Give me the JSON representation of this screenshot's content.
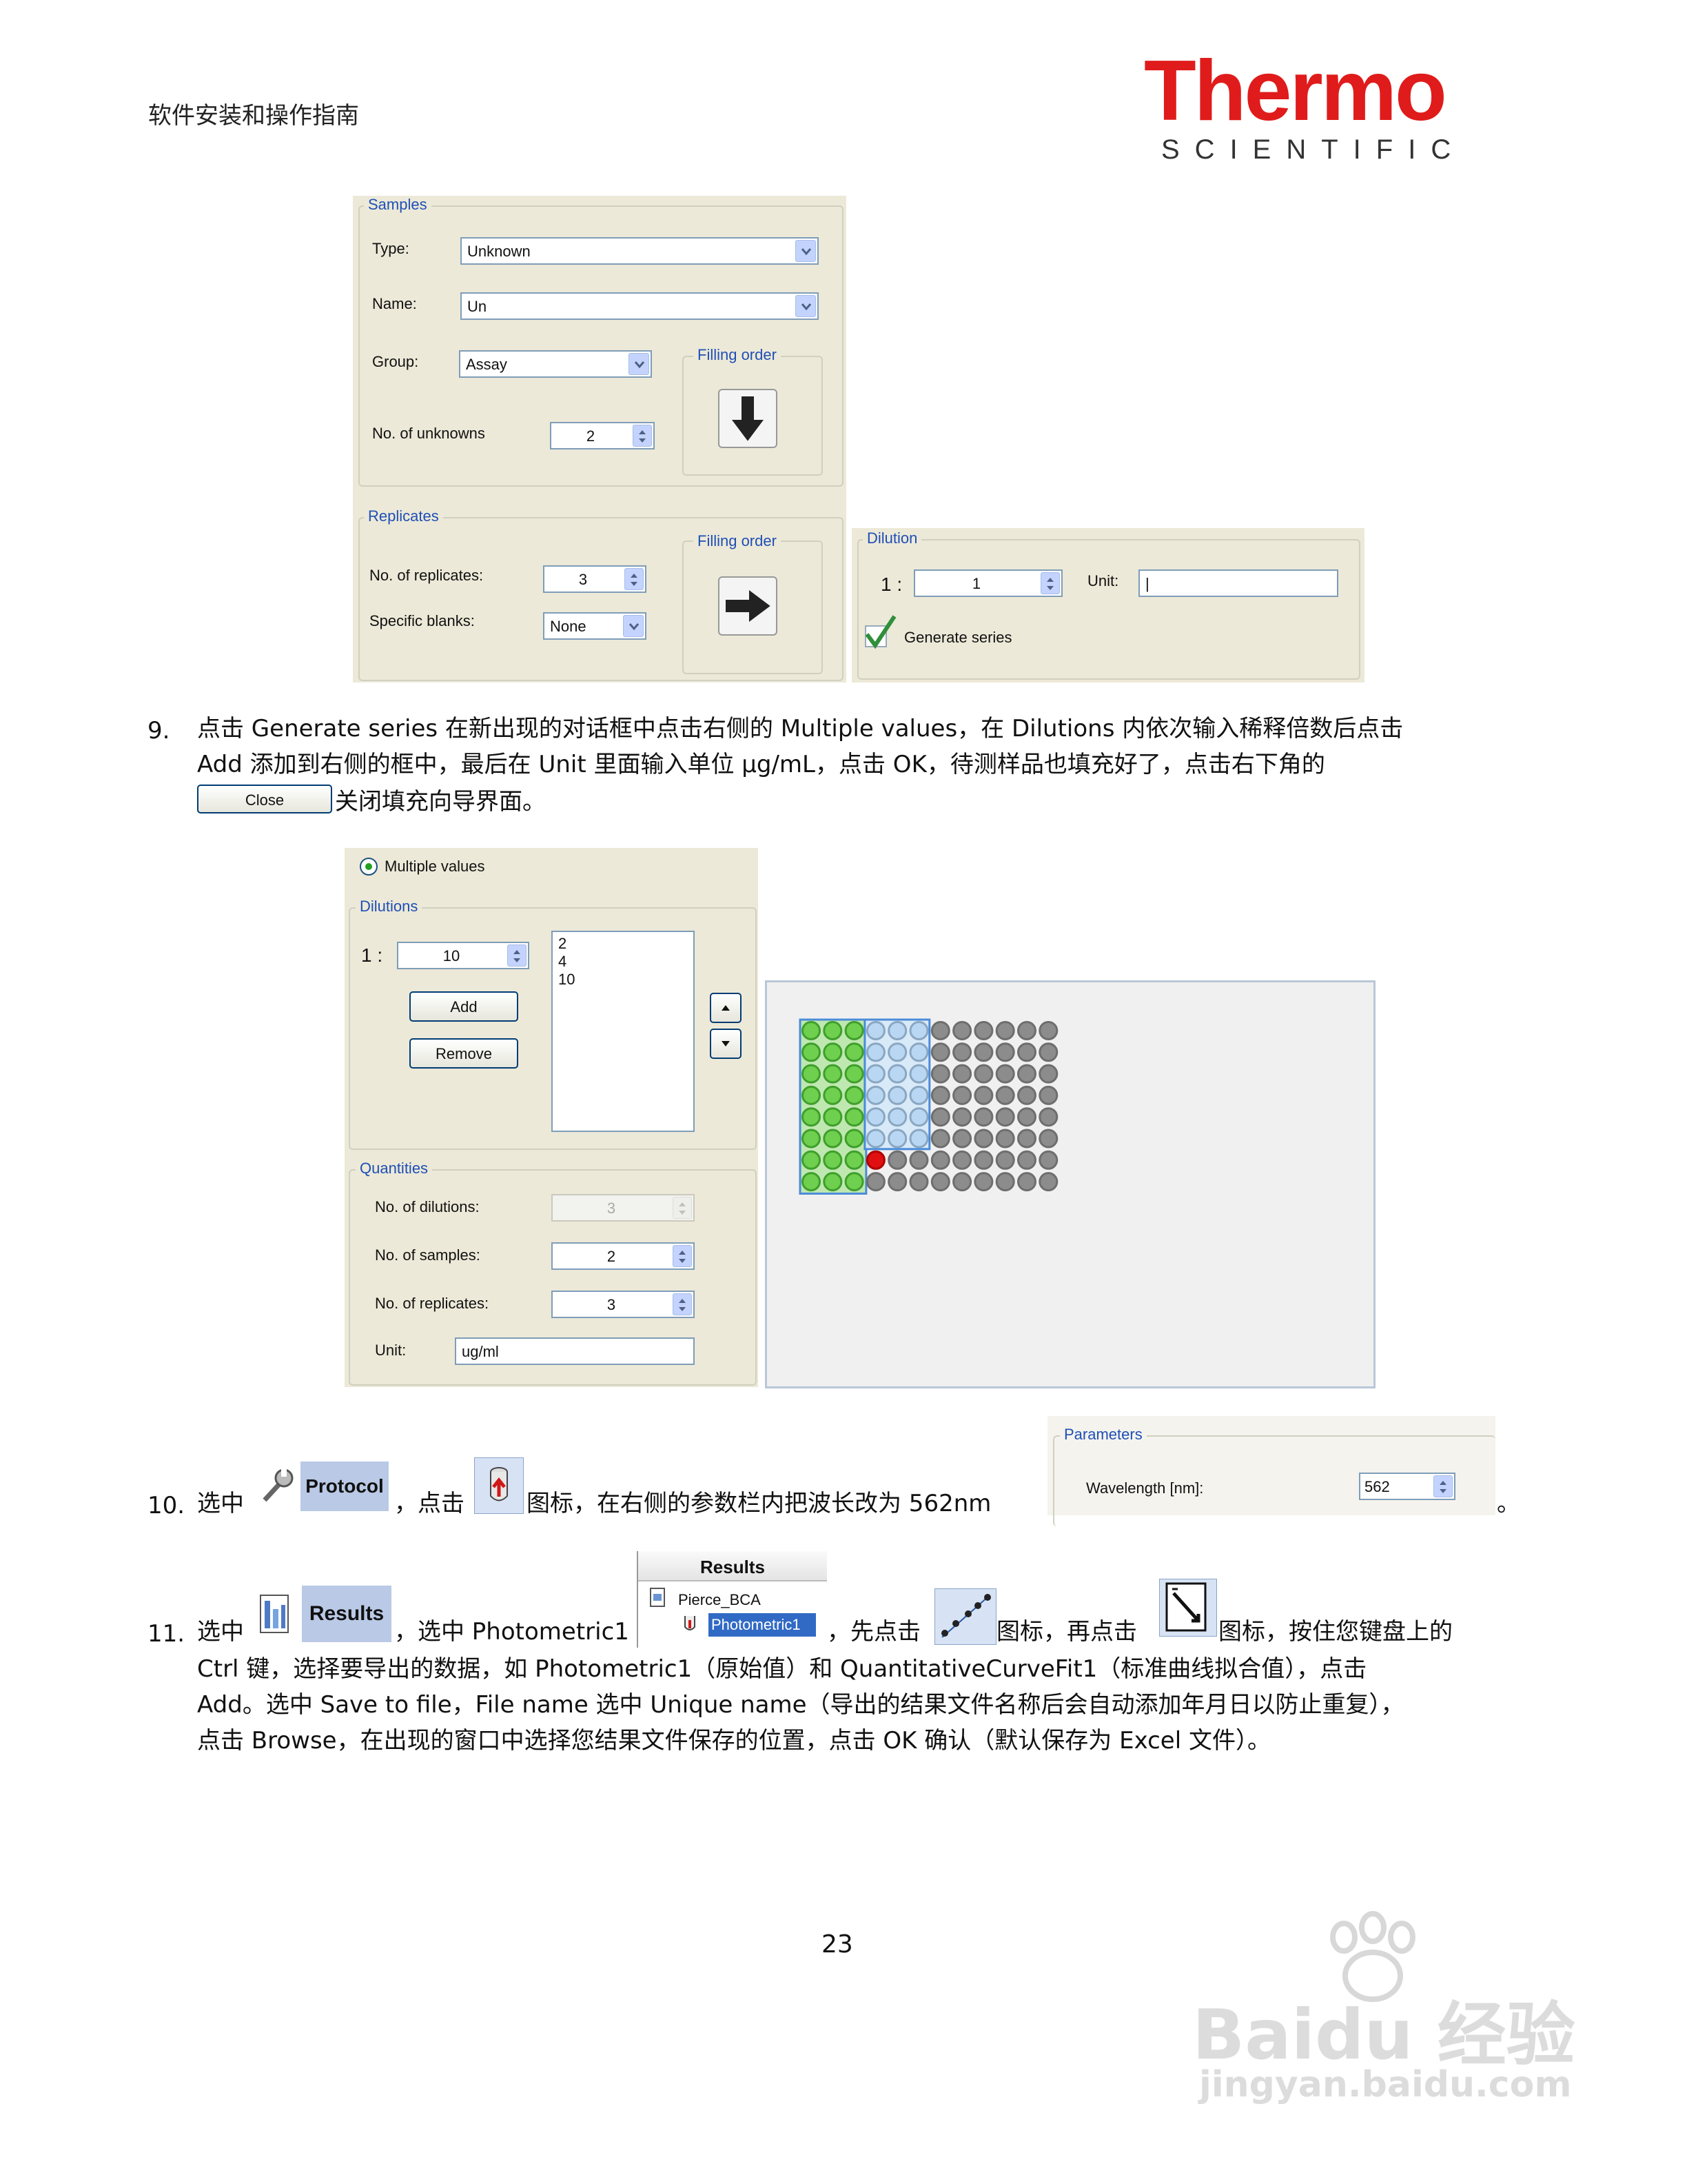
{
  "header": {
    "title": "软件安装和操作指南"
  },
  "logo": {
    "line1": "Thermo",
    "line2": "SCIENTIFIC"
  },
  "samples_dialog": {
    "samples_legend": "Samples",
    "type_label": "Type:",
    "type_value": "Unknown",
    "name_label": "Name:",
    "name_value": "Un",
    "group_label": "Group:",
    "group_value": "Assay",
    "unknowns_label": "No. of unknowns",
    "unknowns_value": "2",
    "filling_order_1": "Filling order",
    "replicates_legend": "Replicates",
    "replicates_label": "No. of replicates:",
    "replicates_value": "3",
    "blanks_label": "Specific blanks:",
    "blanks_value": "None",
    "filling_order_2": "Filling order",
    "dilution_legend": "Dilution",
    "dilution_prefix": "1 :",
    "dilution_value": "1",
    "unit_label": "Unit:",
    "unit_value": "|",
    "generate_series": "Generate series"
  },
  "step9": {
    "num": "9.",
    "line1": "点击 Generate series 在新出现的对话框中点击右侧的 Multiple values，在 Dilutions 内依次输入稀释倍数后点击",
    "line2": "Add 添加到右侧的框中，最后在 Unit 里面输入单位 μg/mL，点击 OK，待测样品也填充好了，点击右下角的",
    "close_button": "Close",
    "line3": "关闭填充向导界面。"
  },
  "series_dialog": {
    "multiple_values": "Multiple values",
    "dilutions_legend": "Dilutions",
    "dilution_prefix": "1 :",
    "dilution_value": "10",
    "add_button": "Add",
    "remove_button": "Remove",
    "list_items": [
      "2",
      "4",
      "10"
    ],
    "quantities_legend": "Quantities",
    "no_dilutions_label": "No. of dilutions:",
    "no_dilutions_value": "3",
    "no_samples_label": "No. of samples:",
    "no_samples_value": "2",
    "no_replicates_label": "No. of replicates:",
    "no_replicates_value": "3",
    "unit_label": "Unit:",
    "unit_value": "ug/ml"
  },
  "plate": {
    "rows": 8,
    "cols": 12,
    "colors": {
      "green": "#6fcf4e",
      "blue": "#b9d6f2",
      "red": "#e01010",
      "gray": "#8c8c8c"
    }
  },
  "step10": {
    "num": "10.",
    "select": "选中",
    "protocol_button": "Protocol",
    "comma_click": "，点击",
    "rest": "图标，在右侧的参数栏内把波长改为 562nm",
    "end": "。",
    "parameters_legend": "Parameters",
    "wavelength_label": "Wavelength [nm]:",
    "wavelength_value": "562"
  },
  "step11": {
    "num": "11.",
    "select": "选中",
    "results_button": "Results",
    "select_photometric": "，选中 Photometric1",
    "tree_header": "Results",
    "tree_root": "Pierce_BCA",
    "tree_child": "Photometric1",
    "first_click": "，先点击",
    "then_click": "图标，再点击",
    "line1_end": "图标，按住您键盘上的",
    "line2": "Ctrl 键，选择要导出的数据，如 Photometric1（原始值）和 QuantitativeCurveFit1（标准曲线拟合值），点击",
    "line3": "Add。选中 Save to file，File name 选中 Unique name（导出的结果文件名称后会自动添加年月日以防止重复），",
    "line4": "点击 Browse，在出现的窗口中选择您结果文件保存的位置，点击 OK 确认（默认保存为 Excel 文件）。"
  },
  "page_number": "23",
  "watermark": {
    "brand": "Baidu 经验",
    "url": "jingyan.baidu.com"
  }
}
